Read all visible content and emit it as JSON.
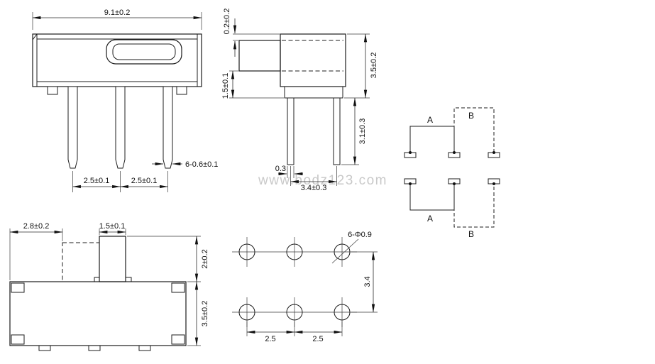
{
  "watermark": "www.bodz123.com",
  "front_view": {
    "dim_body_width": "9.1±0.2",
    "dim_pin_pitch_left": "2.5±0.1",
    "dim_pin_pitch_right": "2.5±0.1",
    "dim_pin_width": "6-0.6±0.1"
  },
  "side_view": {
    "dim_knob_offset": "0.2±0.2",
    "dim_knob_to_base": "1.5±0.1",
    "dim_body_height": "3.5±0.2",
    "dim_pin_length": "3.1±0.3",
    "dim_pin_thickness": "0.3",
    "dim_pin_span": "3.4±0.3"
  },
  "schematic": {
    "pos_a_top": "A",
    "pos_b_top": "B",
    "pos_a_bottom": "A",
    "pos_b_bottom": "B"
  },
  "top_view": {
    "dim_travel": "2.8±0.2",
    "dim_knob_width": "1.5±0.1",
    "dim_knob_depth": "2±0.2",
    "dim_body_depth": "3.5±0.2"
  },
  "pcb_layout": {
    "dim_holes": "6-Φ0.9",
    "dim_row_pitch": "3.4",
    "dim_col_pitch_left": "2.5",
    "dim_col_pitch_right": "2.5"
  }
}
